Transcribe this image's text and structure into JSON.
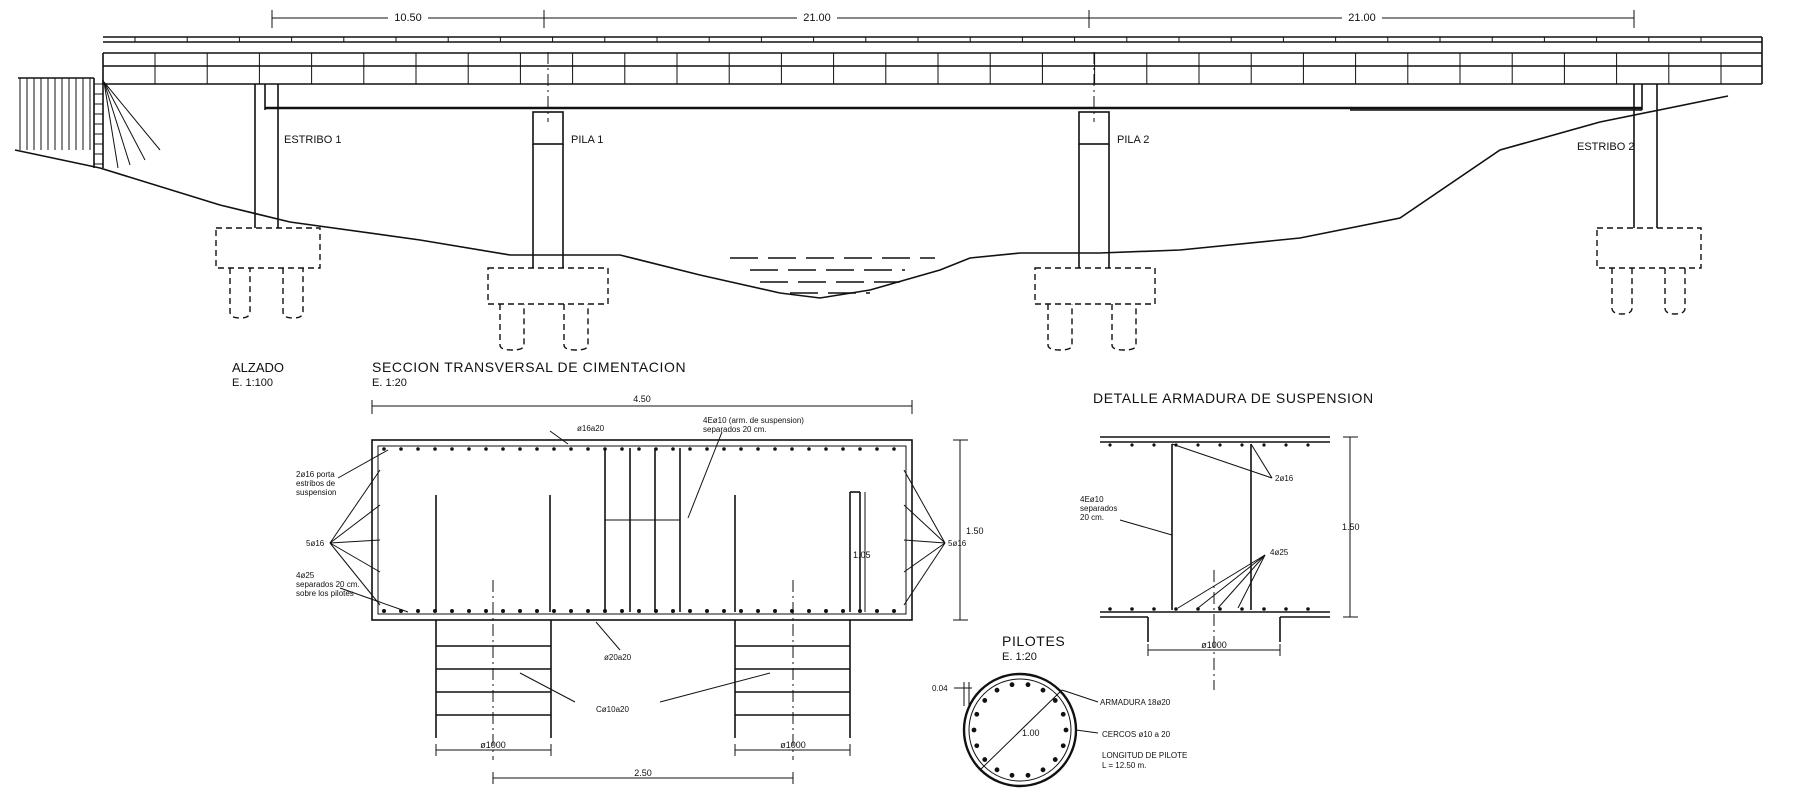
{
  "elevation": {
    "title": "ALZADO",
    "scale": "E. 1:100",
    "spans": [
      "10.50",
      "21.00",
      "21.00"
    ],
    "labels": {
      "abutment1": "ESTRIBO 1",
      "pier1": "PILA 1",
      "pier2": "PILA 2",
      "abutment2": "ESTRIBO 2"
    }
  },
  "foundation_section": {
    "title": "SECCION TRANSVERSAL DE CIMENTACION",
    "scale": "E. 1:20",
    "width_dim": "4.50",
    "height_dim": "1.50",
    "inner_height_dim": "1.05",
    "pile_spacing_dim": "2.50",
    "pile_dim_left": "ø1000",
    "pile_dim_right": "ø1000",
    "notes": {
      "top_bars": "ø16a20",
      "suspension_title": "4Eø10 (arm. de suspension)",
      "suspension_sep": "separados 20 cm.",
      "stirrup_holder_1": "2ø16 porta",
      "stirrup_holder_2": "estribos de",
      "stirrup_holder_3": "suspension",
      "side_bars_left": "5ø16",
      "side_bars_right": "5ø16",
      "bottom_1": "4ø25",
      "bottom_2": "separados 20 cm.",
      "bottom_3": "sobre los pilotes",
      "bottom_bars": "ø20a20",
      "pile_hoops": "Cø10a20"
    }
  },
  "suspension_detail": {
    "title": "DETALLE ARMADURA DE SUSPENSION",
    "height_dim": "1.50",
    "pile_dim": "ø1000",
    "notes": {
      "stirrups_1": "4Eø10",
      "stirrups_2": "separados",
      "stirrups_3": "20 cm.",
      "top_bars": "2ø16",
      "bottom_bars": "4ø25"
    }
  },
  "piles": {
    "title": "PILOTES",
    "scale": "E. 1:20",
    "cover_dim": "0.04",
    "diameter_dim": "1.00",
    "reinforcement": "ARMADURA 18ø20",
    "hoops": "CERCOS ø10 a 20",
    "length_label": "LONGITUD DE PILOTE",
    "length_value": "L = 12.50 m."
  }
}
